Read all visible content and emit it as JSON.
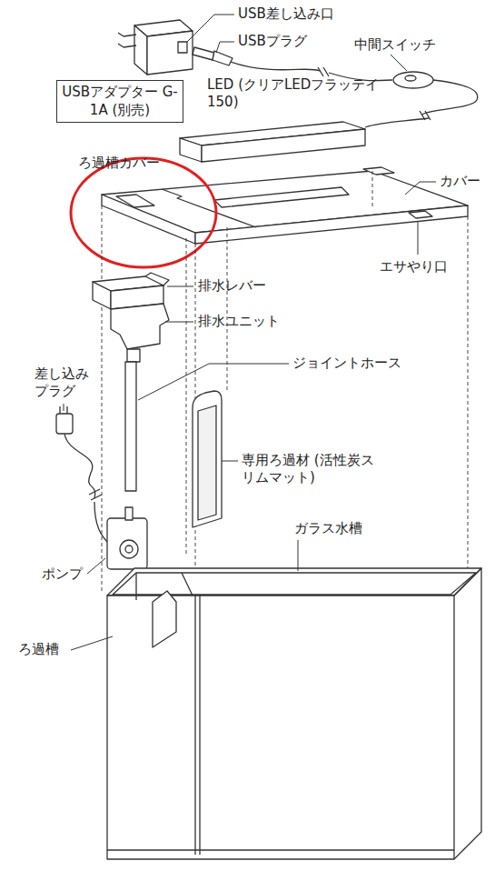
{
  "diagram": {
    "nodes": [
      {
        "text": [
          "USBアダプター G-1A (別売)"
        ]
      }
    ],
    "labels": [
      "USB差し込み口",
      "USBプラグ",
      "中間スイッチ",
      "LED (クリアLEDフラッテイ150)",
      "ろ過槽カバー",
      "カバー",
      "エサやり口",
      "排水レバー",
      "排水ユニット",
      "ジョイントホース",
      "差し込み プラグ",
      "専用ろ過材 (活性炭スリムマット)",
      "ガラス水槽",
      "ポンプ",
      "ろ過槽"
    ]
  }
}
